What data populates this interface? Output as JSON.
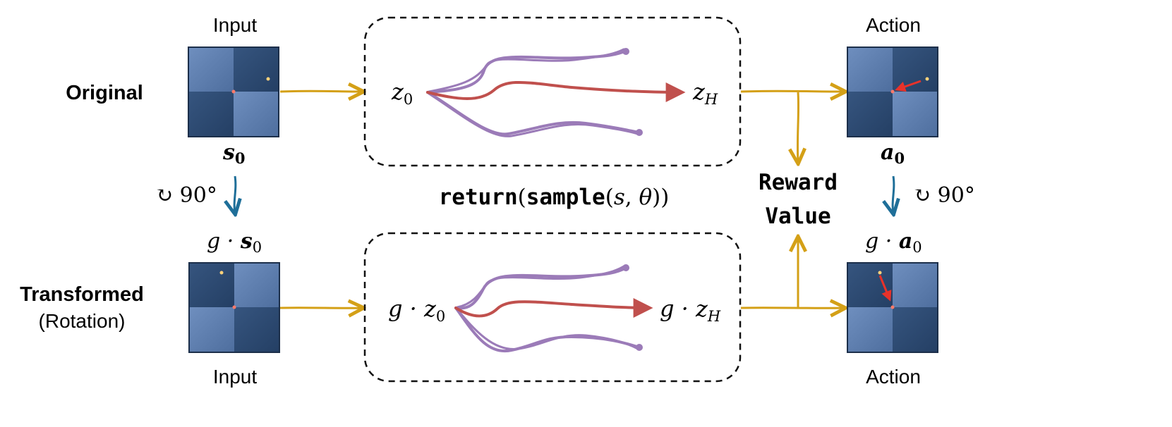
{
  "rows": {
    "original_label": "Original",
    "transformed_label": "Transformed",
    "transformed_sub": "(Rotation)"
  },
  "top": {
    "input_label": "Input",
    "action_label": "Action",
    "state_var": "s",
    "state_sub": "0",
    "action_var": "a",
    "action_sub": "0",
    "latent_start": "z",
    "latent_start_sub": "0",
    "latent_end": "z",
    "latent_end_sub": "H"
  },
  "bottom": {
    "input_label": "Input",
    "action_label": "Action",
    "state_prefix": "g · ",
    "state_var": "s",
    "state_sub": "0",
    "action_prefix": "g · ",
    "action_var": "a",
    "action_sub": "0",
    "latent_prefix": "g · ",
    "latent_start": "z",
    "latent_start_sub": "0",
    "latent_end": "z",
    "latent_end_sub": "H"
  },
  "rotation": {
    "left": "↻ 90°",
    "right": "↻ 90°"
  },
  "middle": {
    "return_fn": "return",
    "sample_fn": "sample",
    "arg_s": "s",
    "arg_theta": "θ"
  },
  "reward": {
    "line1": "Reward",
    "line2": "Value"
  },
  "colors": {
    "arrow_gold": "#d4a017",
    "arrow_blue": "#1f6f99",
    "traj_purple": "#9b7bb8",
    "traj_red": "#c0504d",
    "grid_dark": "#2c4a72",
    "grid_light": "#5b7fb0",
    "action_arrow": "#e8322a"
  }
}
